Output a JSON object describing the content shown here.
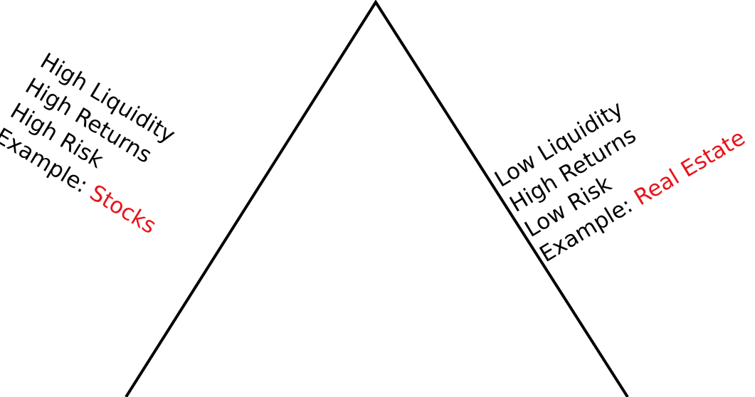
{
  "left": {
    "lines": [
      "High Liquidity",
      "High Returns",
      "High Risk"
    ],
    "example_prefix": "Example: ",
    "example_value": "Stocks"
  },
  "right": {
    "lines": [
      "Low Liquidity",
      "High Returns",
      "Low Risk"
    ],
    "example_prefix": "Example: ",
    "example_value": "Real Estate"
  },
  "colors": {
    "text": "#000000",
    "accent": "#e8141b",
    "outline": "#000000",
    "background": "#ffffff"
  }
}
